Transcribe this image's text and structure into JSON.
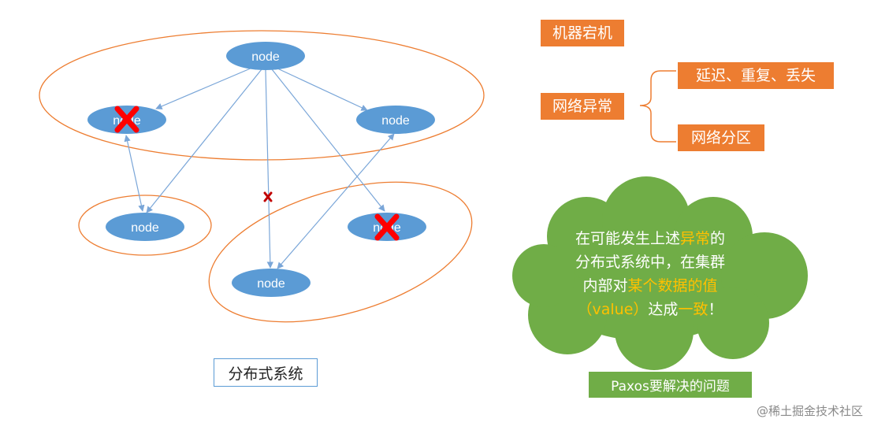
{
  "diagram": {
    "node_label": "node",
    "caption": "分布式系统"
  },
  "failures": {
    "machine_down": "机器宕机",
    "network_anomaly": "网络异常",
    "sub_anomalies": [
      "延迟、重复、丢失",
      "网络分区"
    ]
  },
  "cloud": {
    "line1_a": "在可能发生上述",
    "line1_b": "异常",
    "line1_c": "的",
    "line2": "分布式系统中，在集群",
    "line3_a": "内部对",
    "line3_b": "某个数据的值",
    "line4_a": "（value）",
    "line4_b": "达成",
    "line4_c": "一致",
    "line4_d": "！"
  },
  "problem_label": "Paxos要解决的问题",
  "watermark": "@稀土掘金技术社区",
  "colors": {
    "node_fill": "#5B9BD5",
    "orange": "#ED7D31",
    "cloud_green": "#70AD47",
    "highlight": "#FFC000",
    "failure_x": "#FF0000"
  }
}
